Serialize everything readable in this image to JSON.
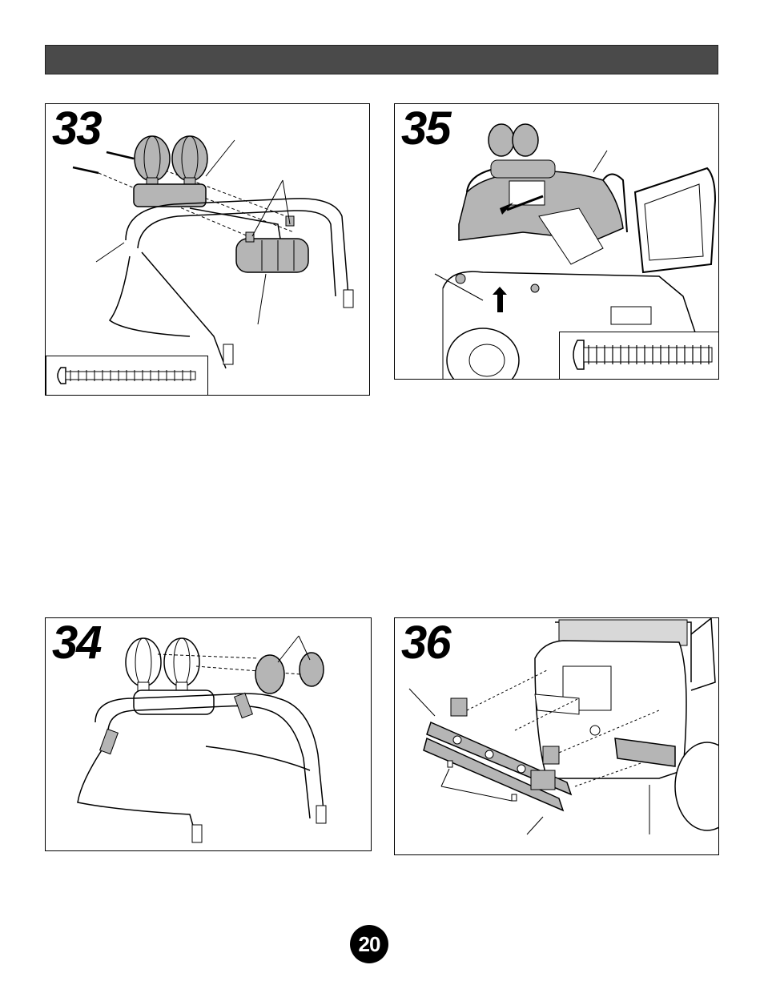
{
  "steps": [
    {
      "number": "33"
    },
    {
      "number": "35"
    },
    {
      "number": "34"
    },
    {
      "number": "36"
    }
  ],
  "page_number": "20",
  "colors": {
    "header_bar": "#4a4a4a",
    "part_gray": "#b5b5b5",
    "line": "#000000"
  },
  "icons": [
    "screw-icon",
    "arrow-icon"
  ]
}
